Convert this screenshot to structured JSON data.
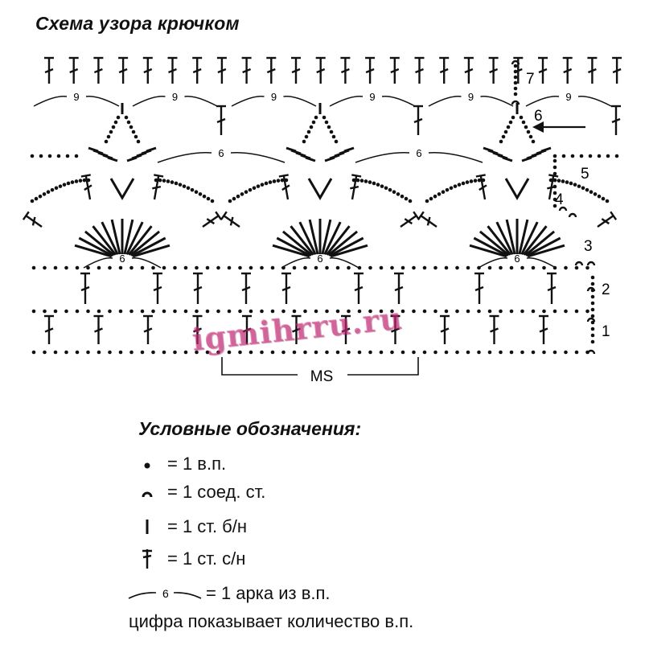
{
  "title": "Схема узора крючком",
  "watermark": "igmihrru.ru",
  "rows": {
    "r1": "1",
    "r2": "2",
    "r3": "3",
    "r4": "4",
    "r5": "5",
    "r6": "6",
    "r7": "7"
  },
  "arch_counts": {
    "top": "9",
    "middle": "6",
    "fan": "6"
  },
  "repeat_label": "MS",
  "legend": {
    "title": "Условные обозначения:",
    "items": [
      {
        "symbol": "dot-icon",
        "text": "= 1 в.п."
      },
      {
        "symbol": "slip-stitch-icon",
        "text": "= 1 соед. ст."
      },
      {
        "symbol": "single-crochet-icon",
        "text": "= 1 ст. б/н"
      },
      {
        "symbol": "double-crochet-icon",
        "text": "= 1 ст. с/н"
      },
      {
        "symbol": "arch-icon",
        "arch_number": "6",
        "text": "= 1 арка из в.п."
      }
    ],
    "note": "цифра показывает  количество в.п."
  }
}
